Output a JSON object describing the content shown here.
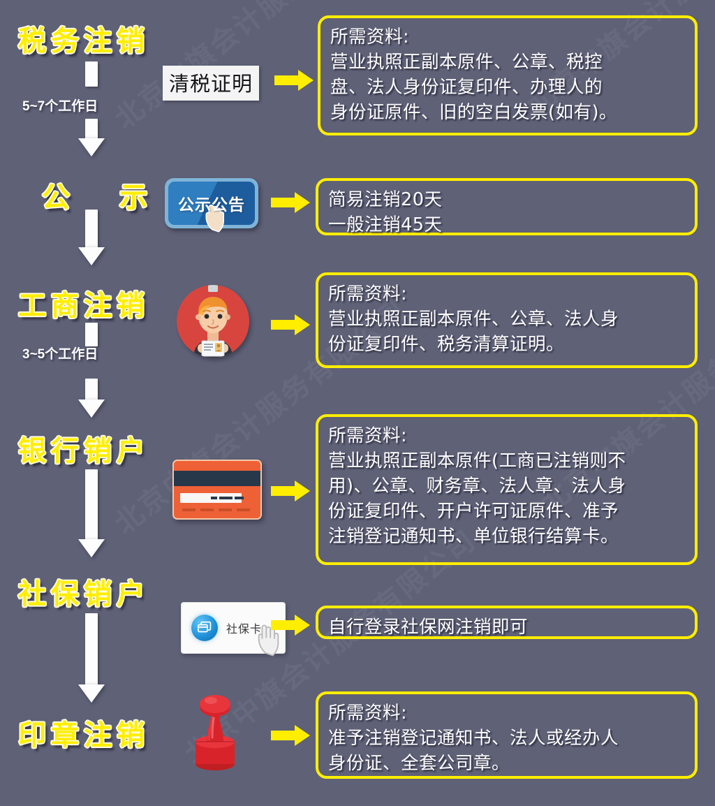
{
  "page": {
    "title": "公司注销流程图",
    "background_color": "#5f6177",
    "accent_color": "#ffee00",
    "text_color": "#ffffff",
    "watermark_text": "北京中旗会计服务有限公司"
  },
  "steps": [
    {
      "title": "税务注销",
      "duration": "5~7个工作日",
      "badge_label": "清税证明",
      "badge_type": "white-label",
      "icon": "none",
      "info_lines": [
        "所需资料:",
        "营业执照正副本原件、公章、税控",
        "盘、法人身份证复印件、办理人的",
        "身份证原件、旧的空白发票(如有)。"
      ]
    },
    {
      "title": "公  示",
      "duration": "",
      "badge_label": "公示公告",
      "badge_type": "blue-button",
      "icon": "hand-cursor-icon",
      "info_lines": [
        "简易注销20天",
        " 一般注销45天"
      ]
    },
    {
      "title": "工商注销",
      "duration": "3~5个工作日",
      "badge_label": "",
      "badge_type": "avatar",
      "icon": "person-id-card-icon",
      "info_lines": [
        "所需资料:",
        "营业执照正副本原件、公章、法人身",
        "份证复印件、税务清算证明。"
      ]
    },
    {
      "title": "银行销户",
      "duration": "",
      "badge_label": "",
      "badge_type": "bank-card",
      "icon": "credit-card-icon",
      "info_lines": [
        "所需资料:",
        "营业执照正副本原件(工商已注销则不",
        "用)、公章、财务章、法人章、法人身",
        "份证复印件、开户许可证原件、准予",
        "注销登记通知书、单位银行结算卡。"
      ]
    },
    {
      "title": "社保销户",
      "duration": "",
      "badge_label": "社保卡",
      "badge_type": "social-card-panel",
      "icon": "hand-cursor-icon",
      "info_lines": [
        "自行登录社保网注销即可"
      ]
    },
    {
      "title": "印章注销",
      "duration": "",
      "badge_label": "",
      "badge_type": "stamp",
      "icon": "red-stamp-icon",
      "info_lines": [
        "所需资料:",
        "准予注销登记通知书、法人或经办人",
        "身份证、全套公司章。"
      ]
    }
  ]
}
